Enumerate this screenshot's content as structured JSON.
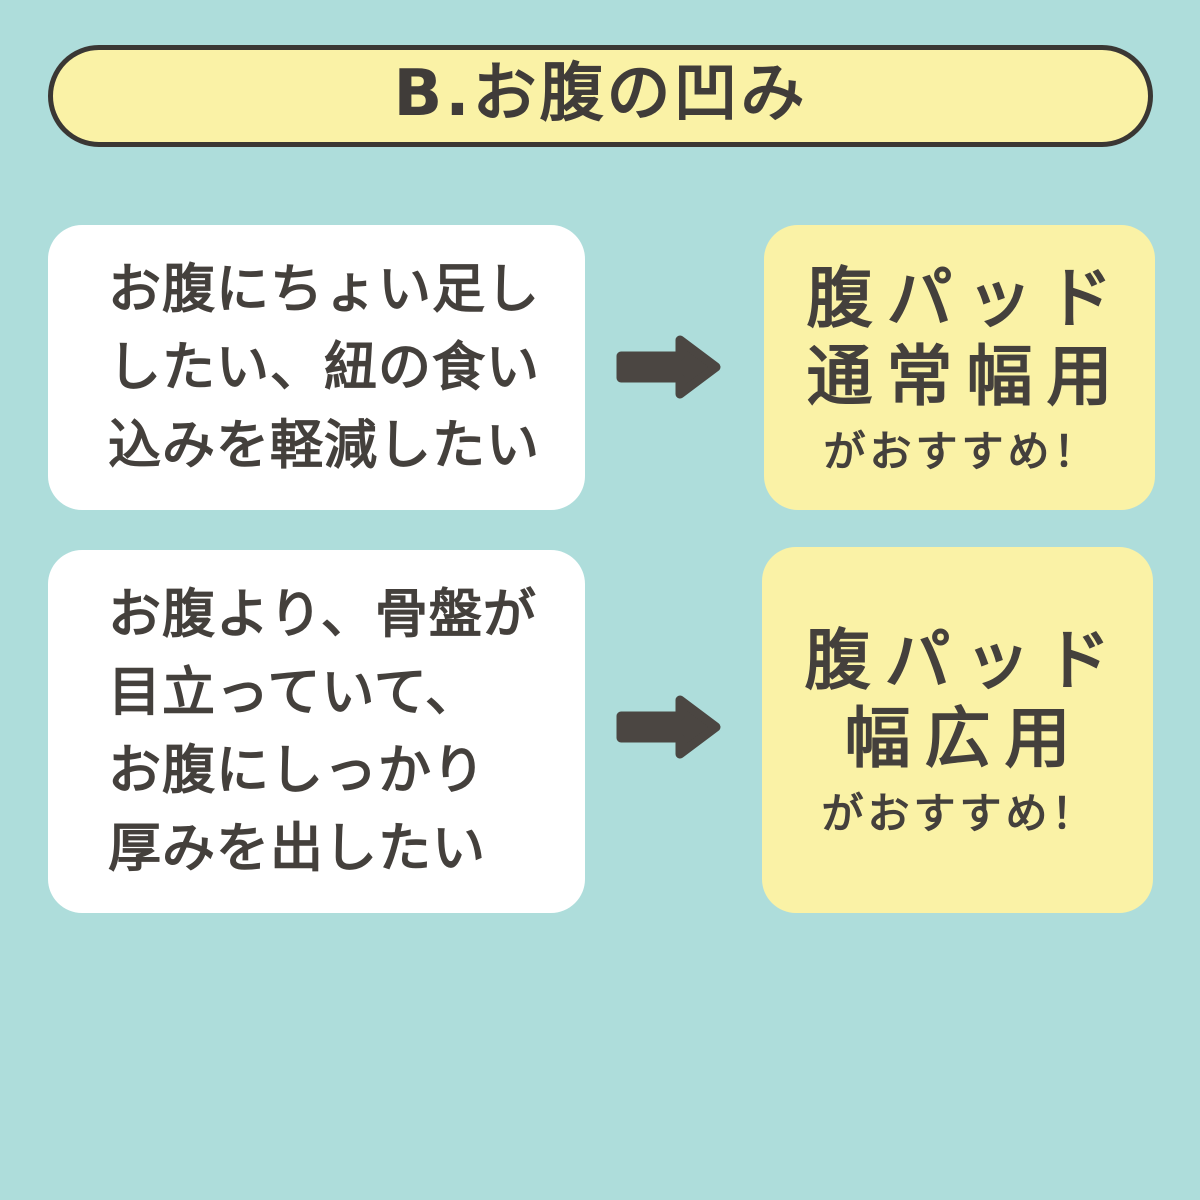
{
  "colors": {
    "background": "#AEDDDB",
    "card_yellow": "#FAF2A6",
    "card_white": "#FFFFFF",
    "ink": "#44403C",
    "pill_border": "#3A3734"
  },
  "header": {
    "title": "B.お腹の凹み"
  },
  "flow_rows": [
    {
      "condition": {
        "lines": [
          "お腹にちょい足し",
          "したい、紐の食い",
          "込みを軽減したい"
        ]
      },
      "arrow_icon": "right-arrow",
      "recommendation": {
        "product_lines": [
          "腹パッド",
          "通常幅用"
        ],
        "note": "がおすすめ！"
      }
    },
    {
      "condition": {
        "lines": [
          "お腹より、骨盤が",
          "目立っていて、",
          "お腹にしっかり",
          "厚みを出したい"
        ]
      },
      "arrow_icon": "right-arrow",
      "recommendation": {
        "product_lines": [
          "腹パッド",
          "幅広用"
        ],
        "note": "がおすすめ！"
      }
    }
  ]
}
